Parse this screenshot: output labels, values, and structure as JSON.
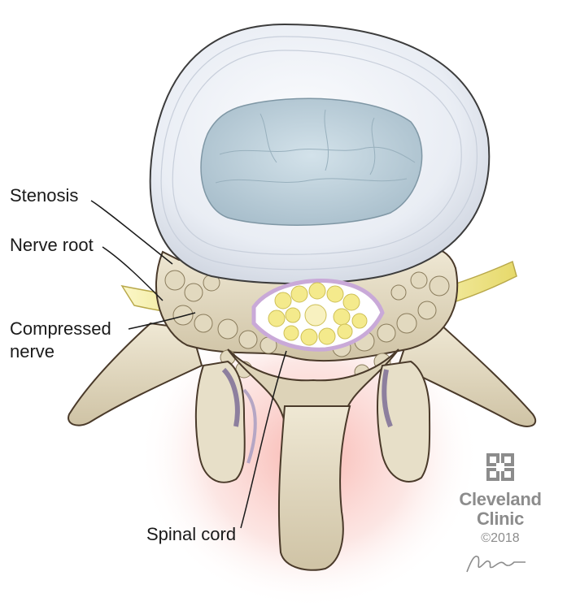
{
  "labels": {
    "stenosis": "Stenosis",
    "nerve_root": "Nerve root",
    "compressed_line1": "Compressed",
    "compressed_line2": "nerve",
    "spinal_cord": "Spinal cord"
  },
  "brand": {
    "line1": "Cleveland",
    "line2": "Clinic",
    "copyright": "©2018",
    "logo_icon": "cleveland-clinic-logo-icon",
    "signature": "artist-signature"
  },
  "colors": {
    "disc_outer": "#e6eaf2",
    "disc_nucleus": "#b9ccd6",
    "bone": "#e4dcc6",
    "bone_shadow": "#b8ab8c",
    "nerve": "#f2eb9a",
    "cord_sheath": "#c9a9d8",
    "inflammation": "#f7b7b0",
    "outline": "#4a3a2a"
  }
}
